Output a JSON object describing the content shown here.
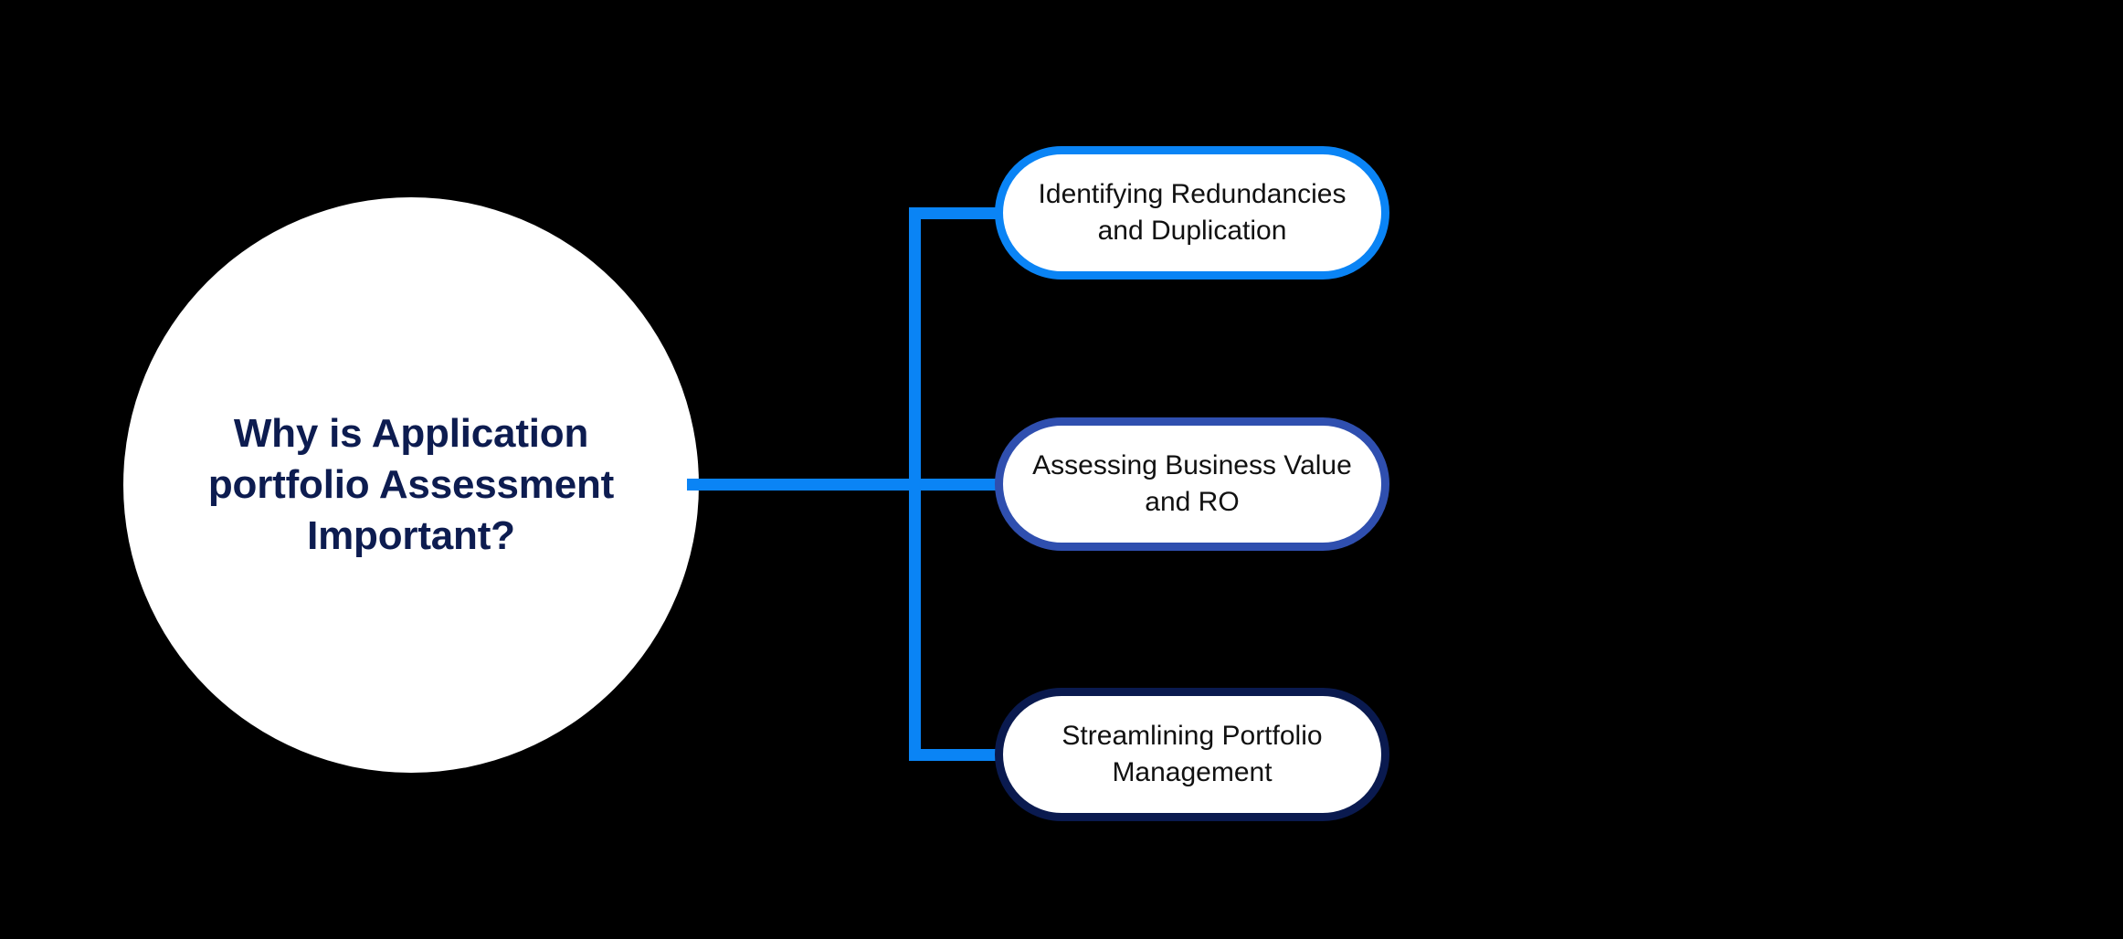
{
  "background_color": "#000000",
  "center": {
    "label": "Why is Application\nportfolio Assessment\nImportant?",
    "fill_color": "#FFFFFF",
    "text_color": "#0D1C50"
  },
  "connectors": {
    "color": "#0A84F5"
  },
  "branches": [
    {
      "label": "Identifying Redundancies\nand Duplication",
      "border_color": "#0A84F5",
      "fill_color": "#FFFFFF",
      "text_color": "#111111"
    },
    {
      "label": "Assessing Business Value\nand RO",
      "border_color": "#2F4FAF",
      "fill_color": "#FFFFFF",
      "text_color": "#111111"
    },
    {
      "label": "Streamlining Portfolio\nManagement",
      "border_color": "#0A1A4F",
      "fill_color": "#FFFFFF",
      "text_color": "#111111"
    }
  ]
}
